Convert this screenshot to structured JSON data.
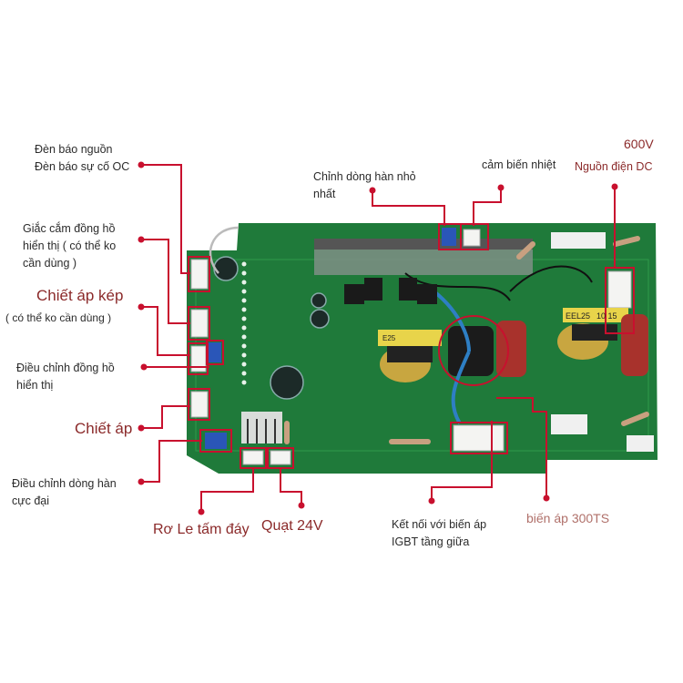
{
  "title": "Welding inverter control board component diagram",
  "labels": {
    "power_led": "Đèn báo nguồn\nĐèn báo sự cố OC",
    "meter_socket": "Giắc cắm đồng hồ\nhiển thị ( có thể ko\ncần dùng )",
    "dual_pot": "Chiết áp kép",
    "dual_pot_note": "( có thể ko cần dùng )",
    "meter_adjust": "Điều chỉnh đồng hồ\nhiển thị",
    "pot": "Chiết áp",
    "max_current": "Điều chỉnh dòng hàn\ncực đại",
    "relay": "Rơ Le tấm đáy",
    "fan": "Quạt 24V",
    "min_current": "Chỉnh dòng hàn nhỏ\nnhất",
    "temp_sensor": "cảm biến nhiệt",
    "voltage": "600V",
    "dc_power": "Nguồn điện DC",
    "igbt_connect": "Kết nối với biến áp\nIGBT  tầng giữa",
    "transformer": "biến áp 300TS",
    "transformer_marking": "EEL25",
    "transformer_code": "10  15",
    "small_transformer_marking": "E25"
  },
  "colors": {
    "pcb": "#1f7a3a",
    "pcb_dark": "#145a2a",
    "callout": "#c8102e",
    "label_accent": "#8b2a2a"
  }
}
